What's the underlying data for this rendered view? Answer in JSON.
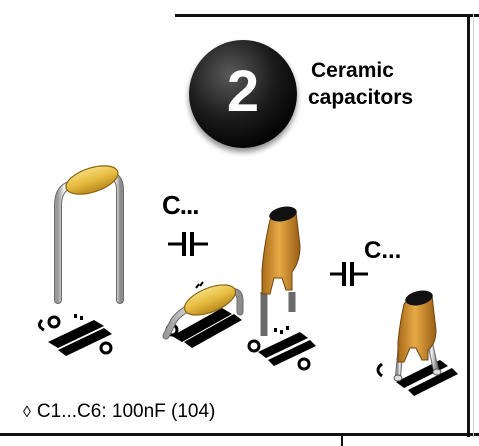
{
  "step": {
    "number": "2"
  },
  "title": {
    "line1": "Ceramic",
    "line2": "capacitors"
  },
  "labels": {
    "c_small": "C...",
    "c_large": "C..."
  },
  "note": {
    "diamond": "◊",
    "text": "C1...C6: 100nF (104)"
  },
  "colors": {
    "body_yellow": "#e6bc3f",
    "body_orange": "#d08f28",
    "lead_silver": "#d7d7d7",
    "frame": "#111111"
  },
  "icons": [
    "capacitor-symbol-icon",
    "pcb-footprint-icon"
  ]
}
